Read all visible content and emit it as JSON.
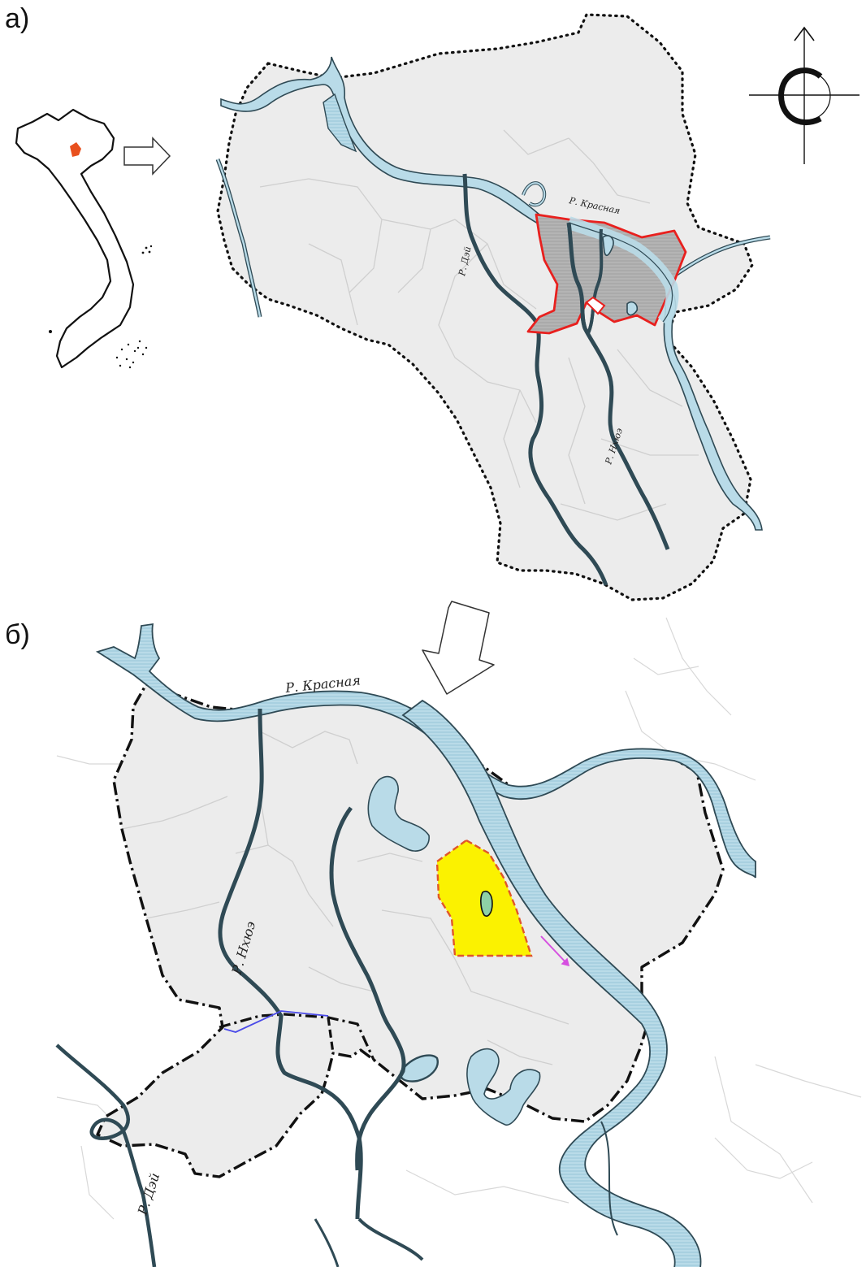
{
  "figure": {
    "panel_a_label": "а)",
    "panel_b_label": "б)"
  },
  "map_a": {
    "rivers": {
      "red_river": "Р. Красная",
      "day_river": "Р. Дэй",
      "nhue_river": "Р. Нхюэ"
    }
  },
  "map_b": {
    "rivers": {
      "red_river": "Р. Красная",
      "nhue_river": "Р. Нхюэ",
      "day_river": "Р. Дэй"
    }
  },
  "colors": {
    "land": "#ececec",
    "water": "#b9dbe8",
    "river_line": "#2f4a55",
    "core_fill": "#b4b4b4",
    "core_border": "#e8201e",
    "study_area": "#fbf200",
    "study_border": "#e0562a",
    "vietnam_highlight": "#e8501e",
    "flow_arrow": "#d64fe0",
    "canal": "#4a4ae8"
  }
}
